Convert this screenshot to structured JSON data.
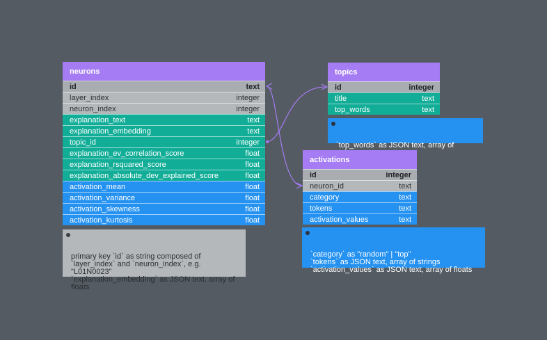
{
  "tables": {
    "neurons": {
      "name": "neurons",
      "rows": [
        {
          "name": "id",
          "type": "text"
        },
        {
          "name": "layer_index",
          "type": "integer"
        },
        {
          "name": "neuron_index",
          "type": "integer"
        },
        {
          "name": "explanation_text",
          "type": "text"
        },
        {
          "name": "explanation_embedding",
          "type": "text"
        },
        {
          "name": "topic_id",
          "type": "integer"
        },
        {
          "name": "explanation_ev_correlation_score",
          "type": "float"
        },
        {
          "name": "explanation_rsquared_score",
          "type": "float"
        },
        {
          "name": "explanation_absolute_dev_explained_score",
          "type": "float"
        },
        {
          "name": "activation_mean",
          "type": "float"
        },
        {
          "name": "activation_variance",
          "type": "float"
        },
        {
          "name": "activation_skewness",
          "type": "float"
        },
        {
          "name": "activation_kurtosis",
          "type": "float"
        }
      ],
      "note": "primary key `id` as string composed of\n`layer_index` and `neuron_index`, e.g. \"L01N0023\"\n`explanation_embedding` as JSON text, array of\nfloats"
    },
    "topics": {
      "name": "topics",
      "rows": [
        {
          "name": "id",
          "type": "integer"
        },
        {
          "name": "title",
          "type": "text"
        },
        {
          "name": "top_words",
          "type": "text"
        }
      ],
      "note": "`top_words` as JSON text, array of strings"
    },
    "activations": {
      "name": "activations",
      "rows": [
        {
          "name": "id",
          "type": "integer"
        },
        {
          "name": "neuron_id",
          "type": "text"
        },
        {
          "name": "category",
          "type": "text"
        },
        {
          "name": "tokens",
          "type": "text"
        },
        {
          "name": "activation_values",
          "type": "text"
        }
      ],
      "note": "`category` as \"random\" | \"top\"\n`tokens` as JSON text, array of strings\n`activation_values` as JSON text, array of floats"
    }
  },
  "colors": {
    "background": "#545b62",
    "header": "#a57cf3",
    "key_rows": "#b5b8bb",
    "text_rows": "#12ad97",
    "stat_rows": "#2592f1",
    "link": "#a57cf3"
  }
}
